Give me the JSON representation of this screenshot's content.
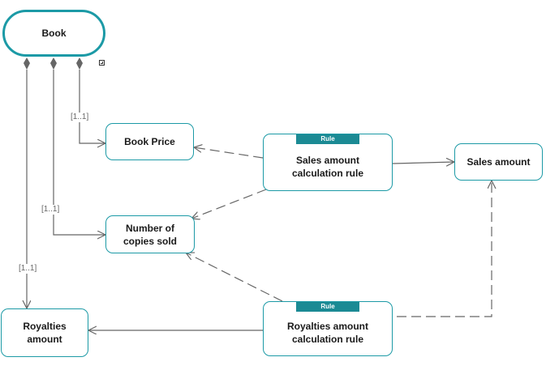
{
  "nodes": {
    "book": "Book",
    "book_price": "Book Price",
    "copies_sold": "Number of copies sold",
    "royalties_amount": "Royalties amount",
    "sales_rule": "Sales amount calculation rule",
    "sales_amount": "Sales amount",
    "royalties_rule": "Royalties amount calculation rule"
  },
  "badges": {
    "sales_rule": "Rule",
    "royalties_rule": "Rule"
  },
  "multiplicities": {
    "book_price": "[1..1]",
    "copies_sold": "[1..1]",
    "royalties_amount": "[1..1]"
  },
  "colors": {
    "node_border": "#1c9aa6",
    "badge": "#1b8a94",
    "connector": "#666666"
  },
  "icons": {
    "composition": "diamond-icon",
    "expand": "expand-icon"
  }
}
